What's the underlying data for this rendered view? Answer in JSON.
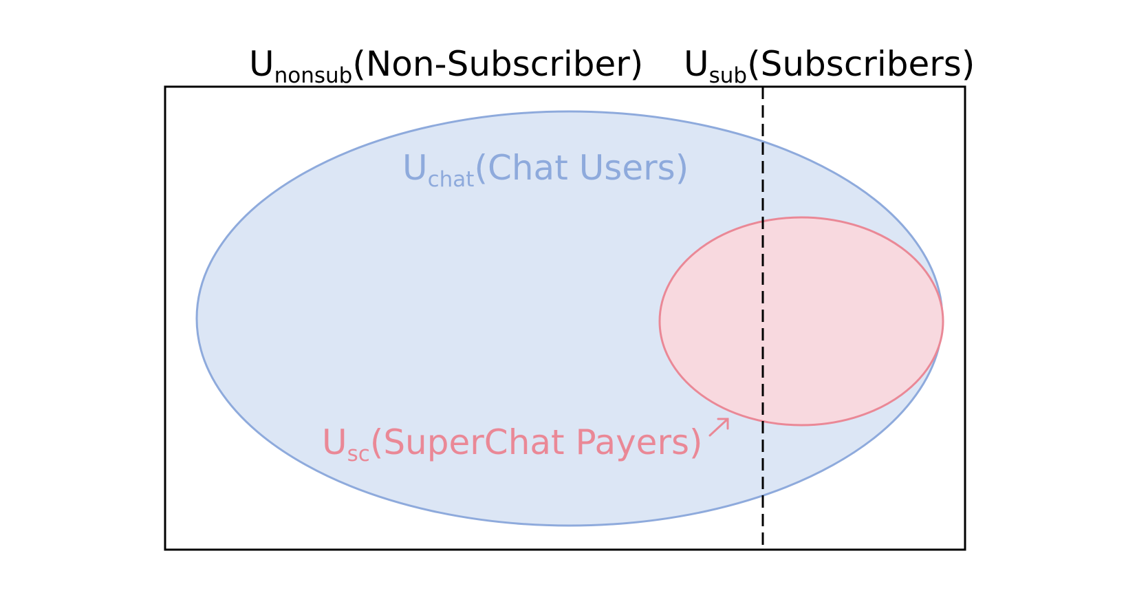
{
  "labels": {
    "nonsub": {
      "symbol": "U",
      "subscript": "nonsub",
      "text": "(Non-Subscriber)"
    },
    "sub": {
      "symbol": "U",
      "subscript": "sub",
      "text": "(Subscribers)"
    },
    "chat": {
      "symbol": "U",
      "subscript": "chat",
      "text": "(Chat Users)"
    },
    "sc": {
      "symbol": "U",
      "subscript": "sc",
      "text": "(SuperChat Payers)"
    }
  },
  "colors": {
    "frame": "#000000",
    "chat_fill": "#dce6f5",
    "chat_stroke": "#8eaadc",
    "chat_text": "#8eaadc",
    "sc_fill": "#f8d9df",
    "sc_stroke": "#ea8896",
    "sc_text": "#ea8896"
  }
}
